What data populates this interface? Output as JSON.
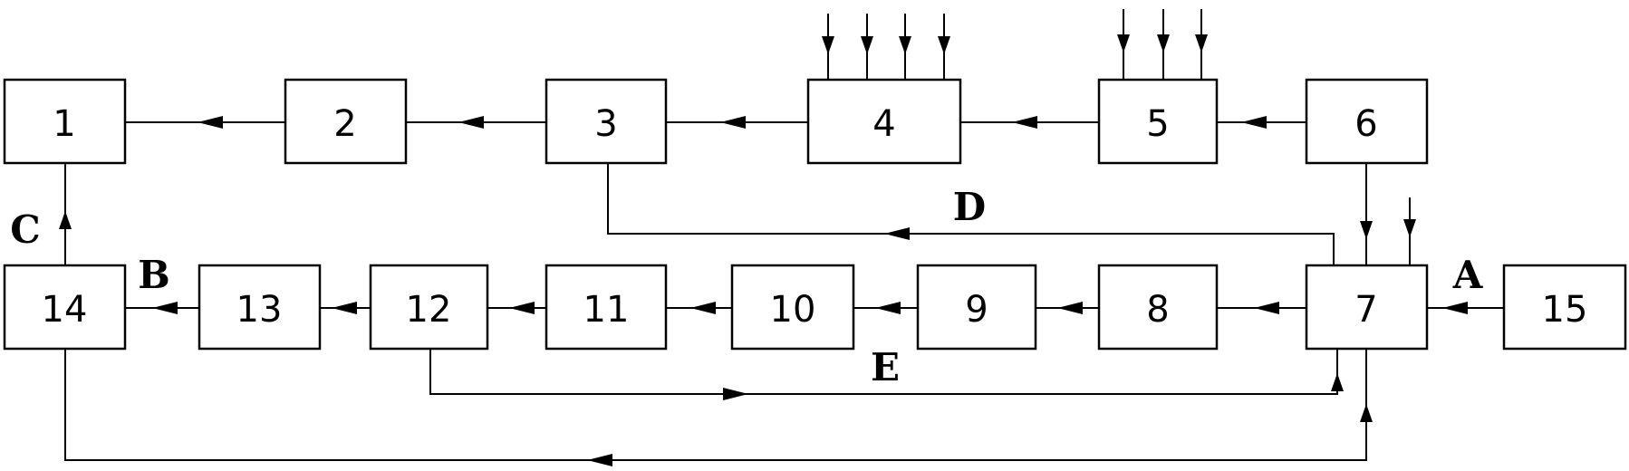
{
  "diagram": {
    "blocks": [
      {
        "id": "b1",
        "label": "1"
      },
      {
        "id": "b2",
        "label": "2"
      },
      {
        "id": "b3",
        "label": "3"
      },
      {
        "id": "b4",
        "label": "4"
      },
      {
        "id": "b5",
        "label": "5"
      },
      {
        "id": "b6",
        "label": "6"
      },
      {
        "id": "b7",
        "label": "7"
      },
      {
        "id": "b8",
        "label": "8"
      },
      {
        "id": "b9",
        "label": "9"
      },
      {
        "id": "b10",
        "label": "10"
      },
      {
        "id": "b11",
        "label": "11"
      },
      {
        "id": "b12",
        "label": "12"
      },
      {
        "id": "b13",
        "label": "13"
      },
      {
        "id": "b14",
        "label": "14"
      },
      {
        "id": "b15",
        "label": "15"
      }
    ],
    "letters": {
      "A": "A",
      "B": "B",
      "C": "C",
      "D": "D",
      "E": "E"
    },
    "flows": [
      {
        "from": "6",
        "to": "5"
      },
      {
        "from": "5",
        "to": "4"
      },
      {
        "from": "4",
        "to": "3"
      },
      {
        "from": "3",
        "to": "2"
      },
      {
        "from": "2",
        "to": "1"
      },
      {
        "from": "6",
        "to": "7"
      },
      {
        "from": "15",
        "to": "7"
      },
      {
        "from": "7",
        "to": "8"
      },
      {
        "from": "8",
        "to": "9"
      },
      {
        "from": "9",
        "to": "10"
      },
      {
        "from": "10",
        "to": "11"
      },
      {
        "from": "11",
        "to": "12"
      },
      {
        "from": "12",
        "to": "13"
      },
      {
        "from": "13",
        "to": "14"
      },
      {
        "from": "14",
        "to": "1"
      },
      {
        "from": "7",
        "to": "3"
      },
      {
        "from": "12",
        "to": "7"
      },
      {
        "from": "14",
        "to": "7"
      }
    ]
  }
}
